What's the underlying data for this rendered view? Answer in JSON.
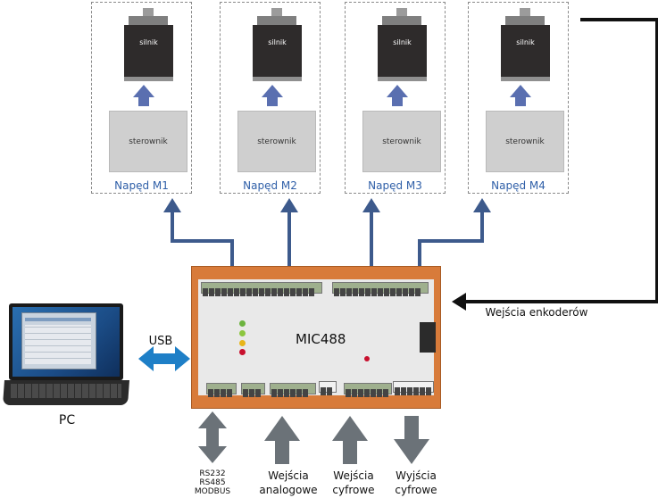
{
  "drives": [
    {
      "motor": "silnik",
      "controller": "sterownik",
      "label": "Napęd M1"
    },
    {
      "motor": "silnik",
      "controller": "sterownik",
      "label": "Napęd M2"
    },
    {
      "motor": "silnik",
      "controller": "sterownik",
      "label": "Napęd M3"
    },
    {
      "motor": "silnik",
      "controller": "sterownik",
      "label": "Napęd M4"
    }
  ],
  "board": {
    "name": "MIC488"
  },
  "pc": {
    "label": "PC"
  },
  "usb": {
    "label": "USB"
  },
  "encoders": {
    "label": "Wejścia enkoderów"
  },
  "bottom": {
    "comm": [
      "RS232",
      "RS485",
      "MODBUS"
    ],
    "analog": [
      "Wejścia",
      "analogowe"
    ],
    "digital_in": [
      "Wejścia",
      "cyfrowe"
    ],
    "digital_out": [
      "Wyjścia",
      "cyfrowe"
    ]
  },
  "colors": {
    "arrow_blue": "#3d5a8c",
    "board_orange": "#d87b3a",
    "label_blue": "#2f5fa8",
    "grey_arrow": "#6b7278"
  }
}
